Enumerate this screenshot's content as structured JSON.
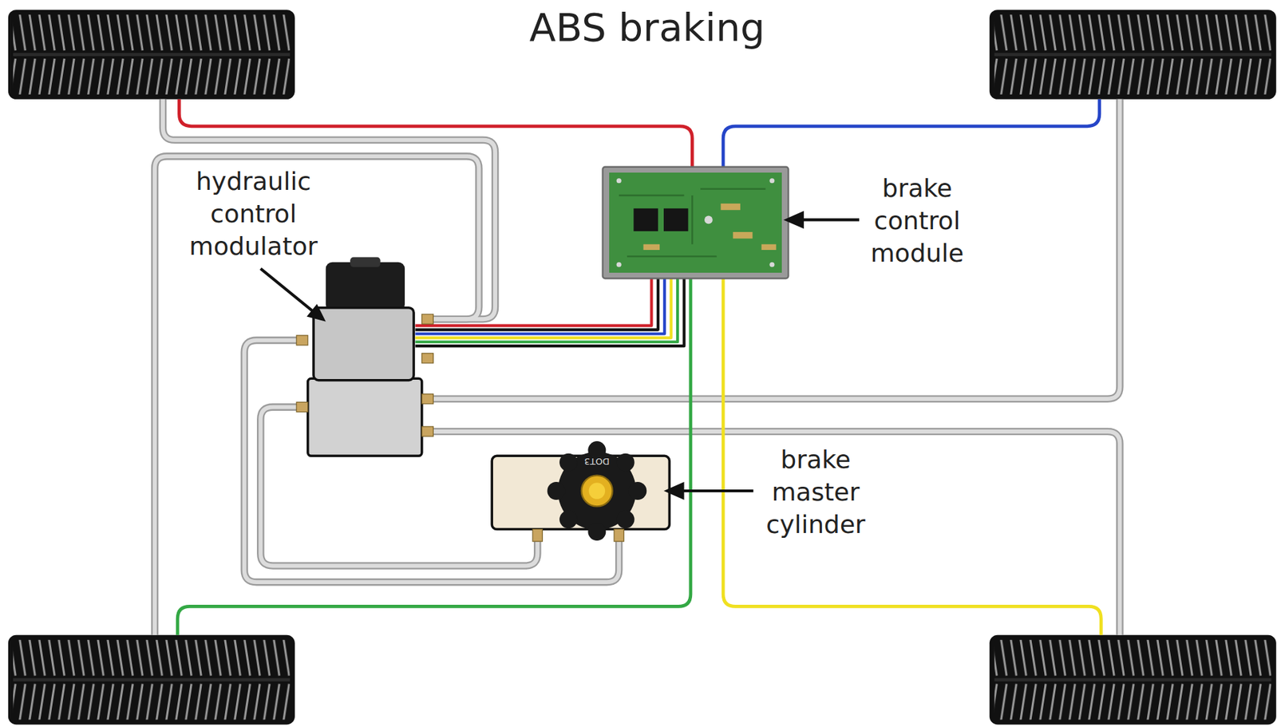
{
  "diagram": {
    "title": "ABS braking",
    "labels": [
      "hydraulic control modulator",
      "brake control module",
      "brake master cylinder",
      "DOT3"
    ]
  }
}
